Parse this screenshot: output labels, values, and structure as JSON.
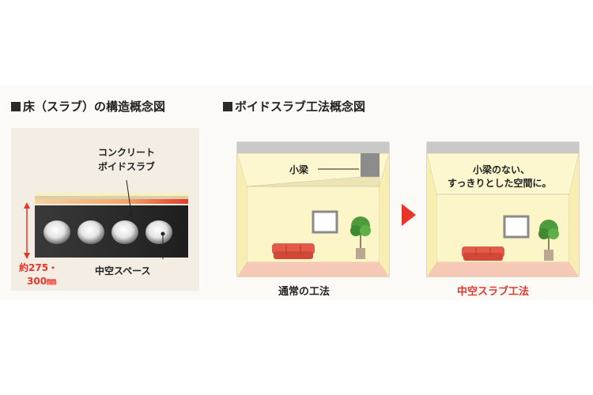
{
  "left": {
    "heading": "床（スラブ）の構造概念図",
    "slab_label_line1": "コンクリート",
    "slab_label_line2": "ボイドスラブ",
    "thickness_line1": "約275・",
    "thickness_line2": "300㎜",
    "hollow_label": "中空スペース"
  },
  "right": {
    "heading": "ボイドスラブ工法概念図",
    "beam_label": "小梁",
    "after_note_line1": "小梁のない、",
    "after_note_line2": "すっきりとした空間に。",
    "before_caption": "通常の工法",
    "after_caption": "中空スラブ工法"
  },
  "colors": {
    "accent_red": "#e8352a",
    "wall_yellow": "#fbf3bf",
    "floor_pink": "#f6c9b6",
    "sofa": "#e25a4a",
    "slab_dark": "#2b2b2b"
  },
  "icons": [
    "arrow-right-icon",
    "plant-icon",
    "sofa-icon",
    "window-icon"
  ]
}
